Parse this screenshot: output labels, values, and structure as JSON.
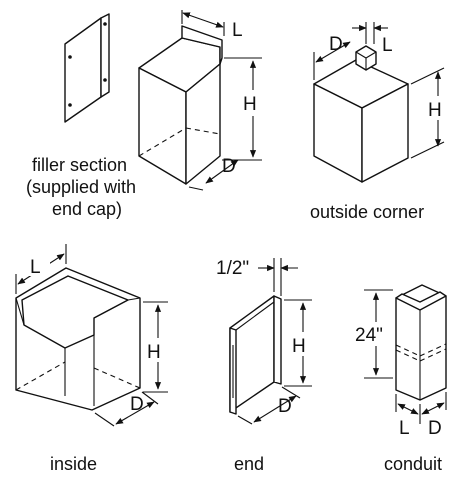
{
  "colors": {
    "line": "#111111",
    "background": "#ffffff"
  },
  "captions": {
    "filler_line1": "filler section",
    "filler_line2": "(supplied with",
    "filler_line3": "end cap)",
    "outside_corner": "outside corner",
    "inside": "inside",
    "end": "end",
    "conduit": "conduit"
  },
  "dims": {
    "length": "L",
    "height": "H",
    "depth": "D",
    "half_inch": "1/2\"",
    "conduit_height": "24\""
  }
}
